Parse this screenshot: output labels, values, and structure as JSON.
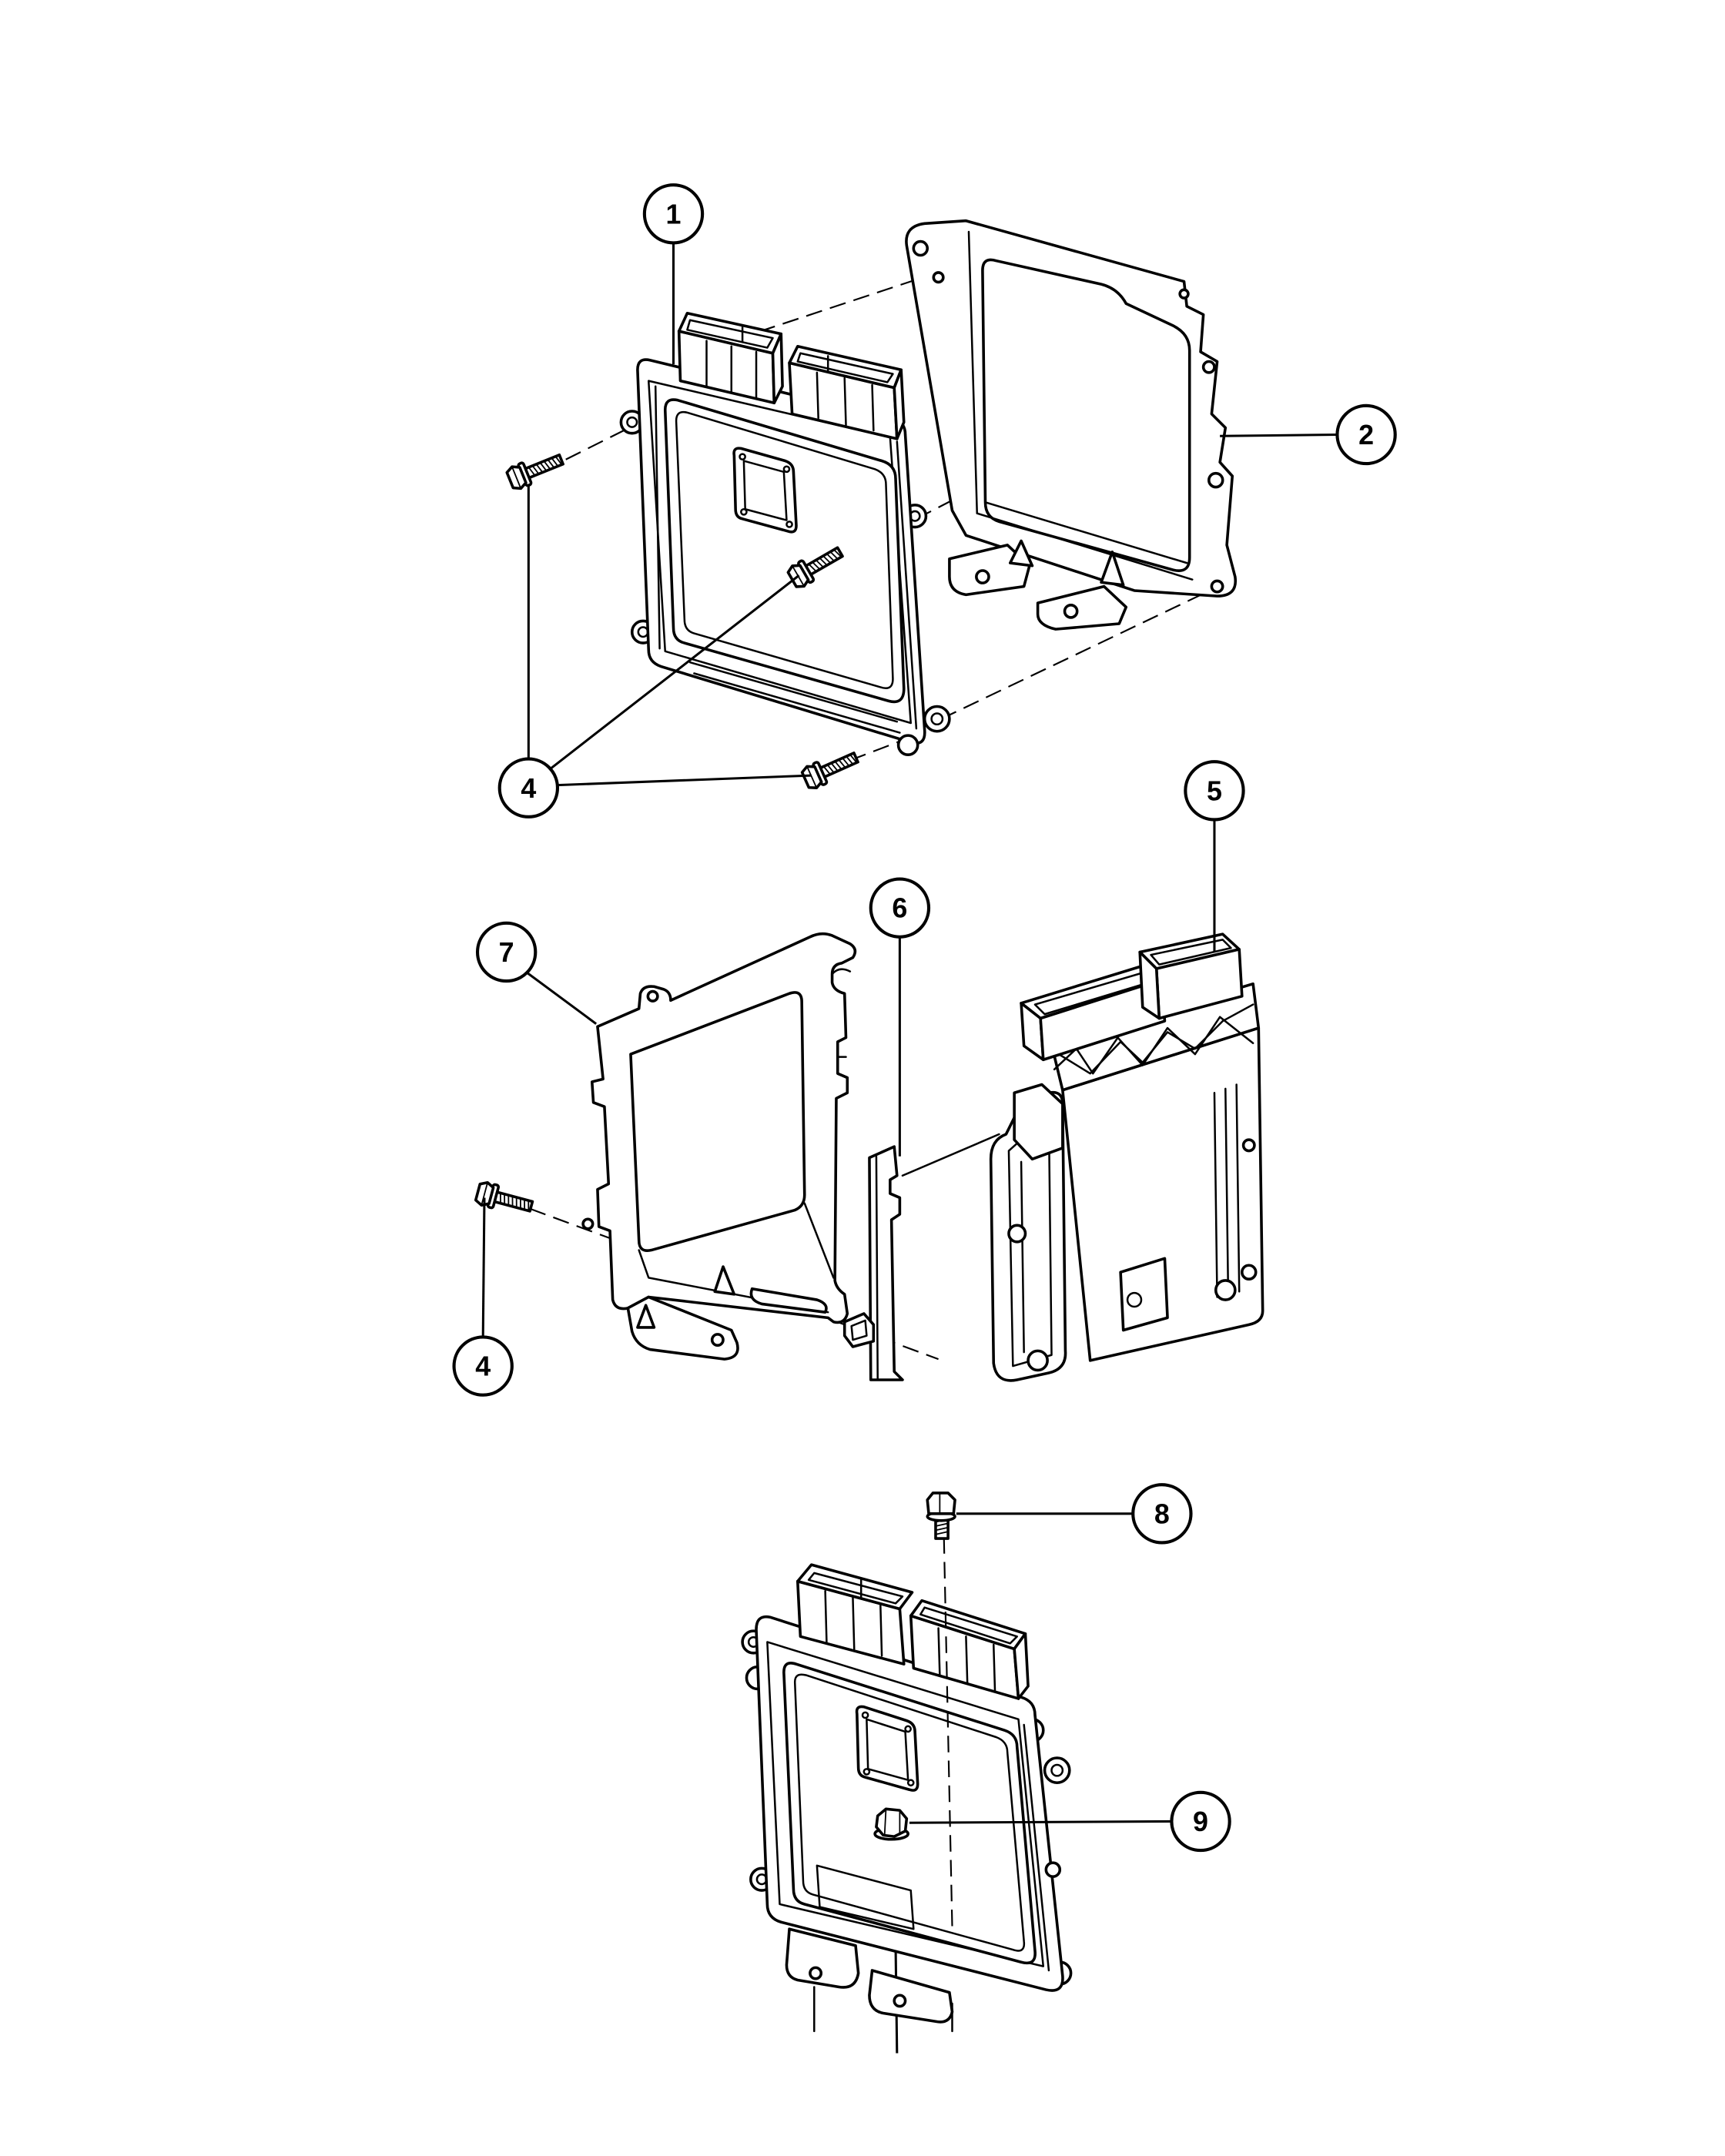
{
  "diagram": {
    "top_assembly": {
      "callouts": [
        "1",
        "2",
        "4"
      ]
    },
    "middle_assembly": {
      "callouts": [
        "5",
        "6",
        "7",
        "4"
      ]
    },
    "bottom_assembly": {
      "callouts": [
        "8",
        "9"
      ]
    }
  }
}
